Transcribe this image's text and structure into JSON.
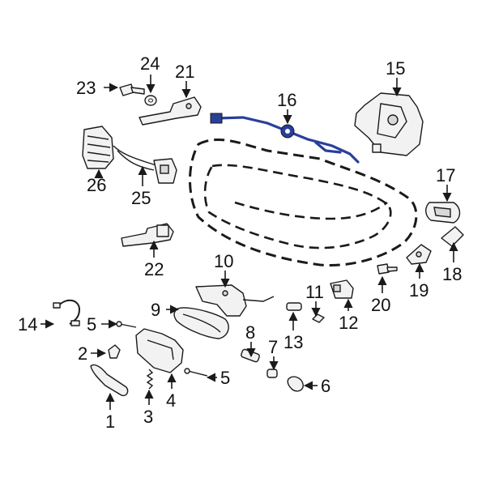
{
  "diagram": {
    "highlight_color": "#2a3f9a",
    "callouts": {
      "c1": "1",
      "c2": "2",
      "c3": "3",
      "c4": "4",
      "c5a": "5",
      "c5b": "5",
      "c6": "6",
      "c7": "7",
      "c8": "8",
      "c9": "9",
      "c10": "10",
      "c11": "11",
      "c12": "12",
      "c13": "13",
      "c14": "14",
      "c15": "15",
      "c16": "16",
      "c17": "17",
      "c18": "18",
      "c19": "19",
      "c20": "20",
      "c21": "21",
      "c22": "22",
      "c23": "23",
      "c24": "24",
      "c25": "25",
      "c26": "26"
    }
  }
}
